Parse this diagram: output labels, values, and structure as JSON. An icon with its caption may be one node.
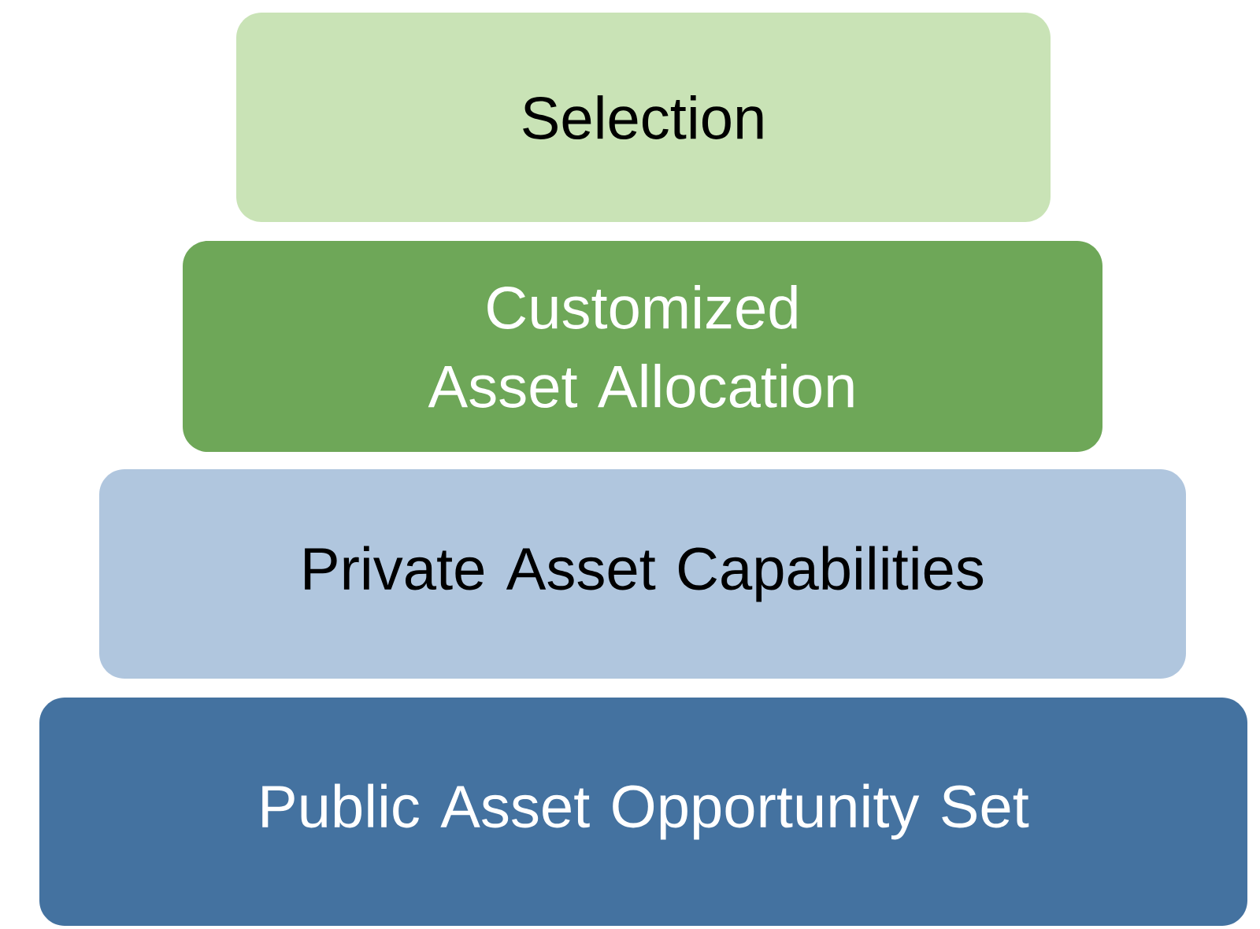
{
  "diagram": {
    "nodes": [
      {
        "text": [
          "Selection"
        ]
      },
      {
        "text": [
          "Customized Asset Allocation"
        ]
      },
      {
        "text": [
          "Private Asset Capabilities"
        ]
      },
      {
        "text": [
          "Public Asset Opportunity Set"
        ]
      }
    ]
  }
}
